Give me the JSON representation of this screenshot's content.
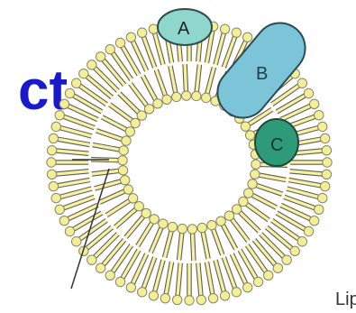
{
  "title_fragment": "ct",
  "proteins": [
    {
      "label": "A",
      "color": "#8fd6cc"
    },
    {
      "label": "B",
      "color": "#7cc4d8"
    },
    {
      "label": "C",
      "color": "#2f9a78"
    }
  ],
  "lipid_label": "Lipid",
  "colors": {
    "head": "#f2ef98",
    "head_outline": "#8a8566",
    "tail": "#5e5a50",
    "tail_fill": "#f6f19a",
    "title": "#1a1acc"
  }
}
